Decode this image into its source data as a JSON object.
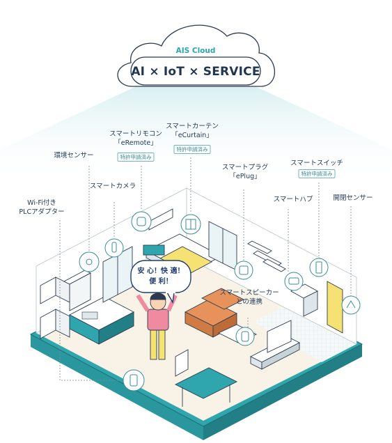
{
  "cloud": {
    "subtitle": "AIS Cloud",
    "title": "AI × IoT × SERVICE"
  },
  "labels": {
    "wifi_plc": [
      "Wi-Fi付き",
      "PLCアダプター"
    ],
    "env_sensor": "環境センサー",
    "smart_camera": "スマートカメラ",
    "smart_remote": [
      "スマートリモコン",
      "「eRemote」"
    ],
    "smart_remote_badge": "特許申請済み",
    "smart_curtain": [
      "スマートカーテン",
      "「eCurtain」"
    ],
    "smart_curtain_badge": "特許申請済み",
    "smart_plug": [
      "スマートプラグ",
      "「ePlug」"
    ],
    "smart_hub": "スマートハブ",
    "smart_switch": "スマートスイッチ",
    "smart_switch_badge": "特許申請済み",
    "door_sensor": "開閉センサー",
    "smart_speaker": [
      "スマートスピーカー",
      "との連携"
    ]
  },
  "speech_bubble": [
    "安 心！快 適！",
    "便 利！"
  ],
  "colors": {
    "teal": "#2fa6ad",
    "teal_dark": "#227f86",
    "navy": "#1f3550",
    "cloud_cyan": "#2aa7b2",
    "orange": "#e7925b",
    "pink": "#ef8aa0",
    "yellow": "#f5e272"
  }
}
